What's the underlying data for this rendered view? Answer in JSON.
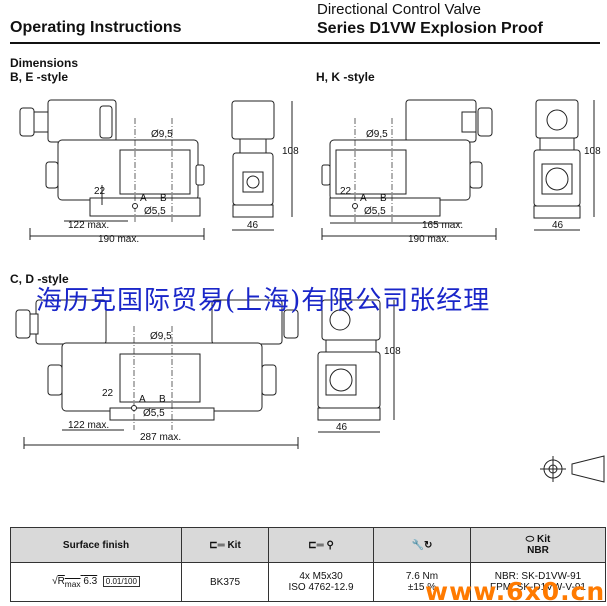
{
  "header": {
    "left_title": "Operating Instructions",
    "right_line1": "Directional Control Valve",
    "right_line2": "Series D1VW Explosion Proof"
  },
  "sections": {
    "dimensions": "Dimensions",
    "be_style": "B, E -style",
    "hk_style": "H, K -style",
    "cd_style": "C, D -style"
  },
  "labels": {
    "d95": "Ø9,5",
    "d55": "Ø5,5",
    "a": "A",
    "b": "B",
    "v22": "22",
    "v108": "108",
    "v46": "46",
    "l122": "122 max.",
    "l190": "190 max.",
    "l165": "165 max.",
    "l287": "287 max."
  },
  "overlay_text": "海历克国际贸易(上海)有限公司张经理",
  "watermark": "www.6x0.cn",
  "table": {
    "headers": {
      "surface": "Surface finish",
      "kit1": "Kit",
      "kit2": "Kit",
      "kit2_sub": "NBR"
    },
    "row": {
      "roughness": "R",
      "roughness_sub": "max",
      "roughness_val": "6.3",
      "flatness": "0.01/100",
      "kit": "BK375",
      "screws_line1": "4x M5x30",
      "screws_line2": "ISO 4762-12.9",
      "torque_line1": "7.6 Nm",
      "torque_line2": "±15 %",
      "seal_line1": "FPM: SK-D1VW-V-91",
      "seal_line0": "NBR: SK-D1VW-91"
    }
  }
}
